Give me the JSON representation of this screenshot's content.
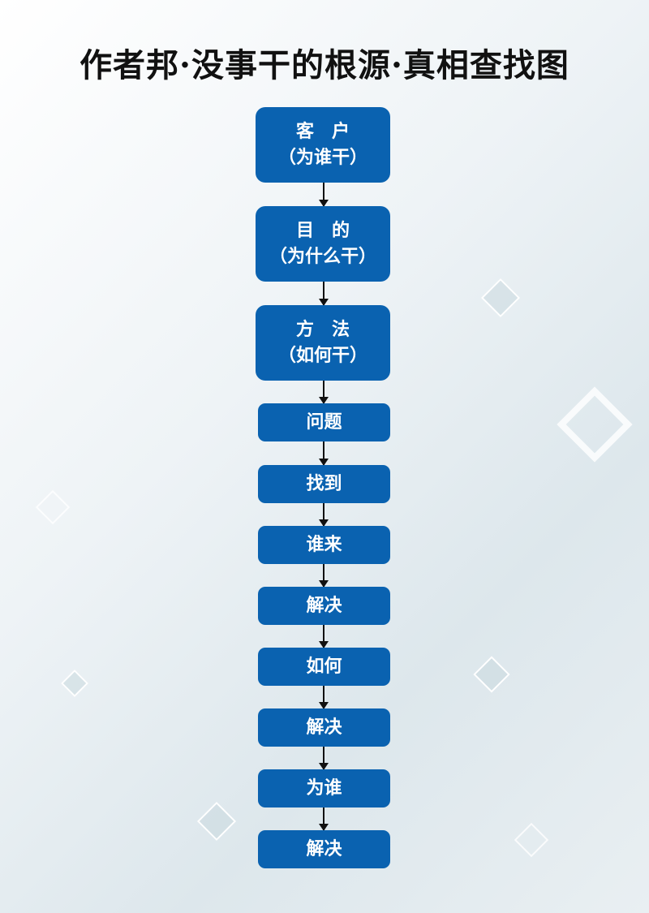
{
  "title": "作者邦·没事干的根源·真相查找图",
  "steps": [
    {
      "line1": "客　户",
      "line2": "（为谁干）"
    },
    {
      "line1": "目　的",
      "line2": "（为什么干）"
    },
    {
      "line1": "方　法",
      "line2": "（如何干）"
    },
    {
      "line1": "问题"
    },
    {
      "line1": "找到"
    },
    {
      "line1": "谁来"
    },
    {
      "line1": "解决"
    },
    {
      "line1": "如何"
    },
    {
      "line1": "解决"
    },
    {
      "line1": "为谁"
    },
    {
      "line1": "解决"
    }
  ],
  "colors": {
    "box": "#0a62b0"
  }
}
